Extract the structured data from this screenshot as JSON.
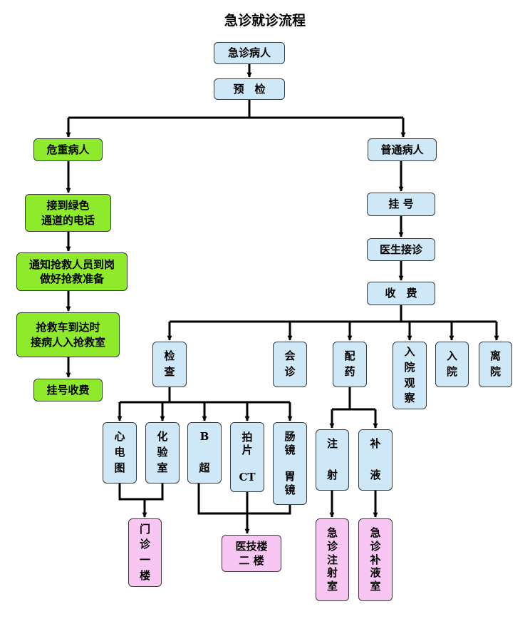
{
  "title": "急诊就诊流程",
  "nodes": {
    "emergency_patient": "急诊病人",
    "triage": "预　检",
    "critical_patient": "危重病人",
    "green_channel": "接到绿色\n通道的电话",
    "notify_staff": "通知抢救人员到岗\n做好抢救准备",
    "ambulance": "抢救车到达时\n接病人入抢救室",
    "register_pay_critical": "挂号收费",
    "normal_patient": "普通病人",
    "register": "挂 号",
    "doctor_visit": "医生接诊",
    "payment": "收　费",
    "examination": "检\n查",
    "consultation": "会\n诊",
    "dispense": "配\n药",
    "admit_observe": "入\n院\n观\n察",
    "admit": "入\n院",
    "discharge": "离\n院",
    "ecg": "心\n电\n图",
    "lab": "化\n验\n室",
    "b_ultrasound": "B\n\n超",
    "ct": "拍\n片\n\nCT",
    "endoscopy": "肠\n镜\n\n胃\n镜",
    "injection": "注\n\n射",
    "infusion": "补\n\n液",
    "outpatient_floor1": "门\n诊\n一\n楼",
    "tech_building_floor2": "医技楼\n二 楼",
    "er_injection_room": "急\n诊\n注\n射\n室",
    "er_infusion_room": "急\n诊\n补\n液\n室"
  },
  "colors": {
    "general": "#cfe8f7",
    "critical": "#8eea2a",
    "location": "#f7c6f3",
    "line": "#000000"
  }
}
